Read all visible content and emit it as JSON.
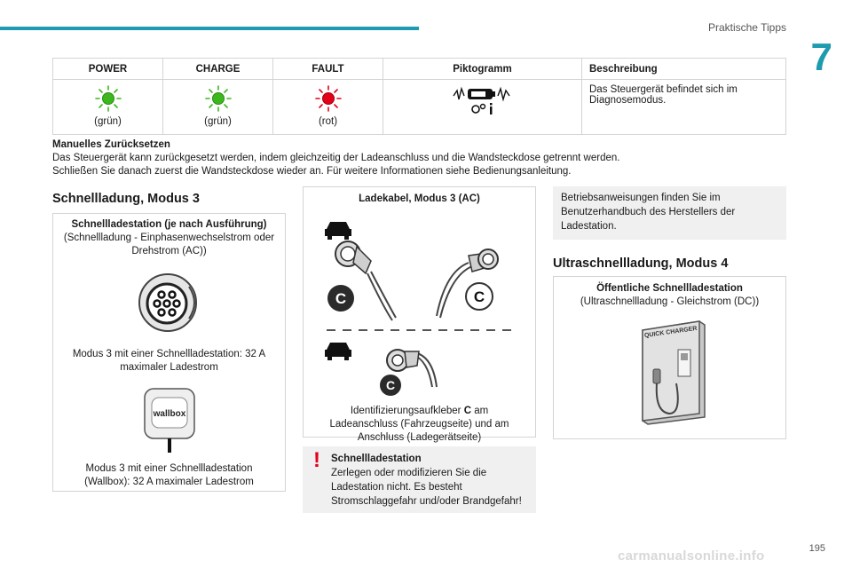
{
  "header": {
    "title": "Praktische Tipps",
    "chapter": "7"
  },
  "led_table": {
    "headers": [
      "POWER",
      "CHARGE",
      "FAULT",
      "Piktogramm",
      "Beschreibung"
    ],
    "row": {
      "power": "(grün)",
      "charge": "(grün)",
      "fault": "(rot)",
      "description": "Das Steuergerät befindet sich im Diagnosemodus."
    },
    "colors": {
      "green": "#3cb81e",
      "red": "#e3001b"
    }
  },
  "reset": {
    "title": "Manuelles Zurücksetzen",
    "line1": "Das Steuergerät kann zurückgesetzt werden, indem gleichzeitig der Ladeanschluss und die Wandsteckdose getrennt werden.",
    "line2": "Schließen Sie danach zuerst die Wandsteckdose wieder an. Für weitere Informationen siehe Bedienungsanleitung."
  },
  "mode3": {
    "heading": "Schnellladung, Modus 3",
    "box_title": "Schnellladestation (je nach Ausführung)",
    "box_subtitle": "(Schnellladung - Einphasenwechselstrom oder Drehstrom (AC))",
    "caption1": "Modus 3 mit einer Schnellladestation: 32 A maximaler Ladestrom",
    "wallbox_logo": "wallbox",
    "caption2": "Modus 3 mit einer Schnellladestation (Wallbox): 32 A maximaler Ladestrom"
  },
  "cable": {
    "title": "Ladekabel, Modus 3 (AC)",
    "badge": "C",
    "caption_pre": "Identifizierungsaufkleber ",
    "caption_bold": "C",
    "caption_post": " am Ladeanschluss (Fahrzeugseite) und am Anschluss (Ladegerätseite)"
  },
  "warning": {
    "title": "Schnellladestation",
    "text": "Zerlegen oder modifizieren Sie die Ladestation nicht. Es besteht Stromschlaggefahr und/oder Brandgefahr!"
  },
  "info": {
    "text": "Betriebsanweisungen finden Sie im Benutzerhandbuch des Herstellers der Ladestation."
  },
  "mode4": {
    "heading": "Ultraschnellladung, Modus 4",
    "box_title": "Öffentliche Schnellladestation",
    "box_subtitle": "(Ultraschnellladung - Gleichstrom (DC))",
    "charger_label": "QUICK CHARGER"
  },
  "footer": {
    "page": "195",
    "watermark": "carmanualsonline.info"
  }
}
